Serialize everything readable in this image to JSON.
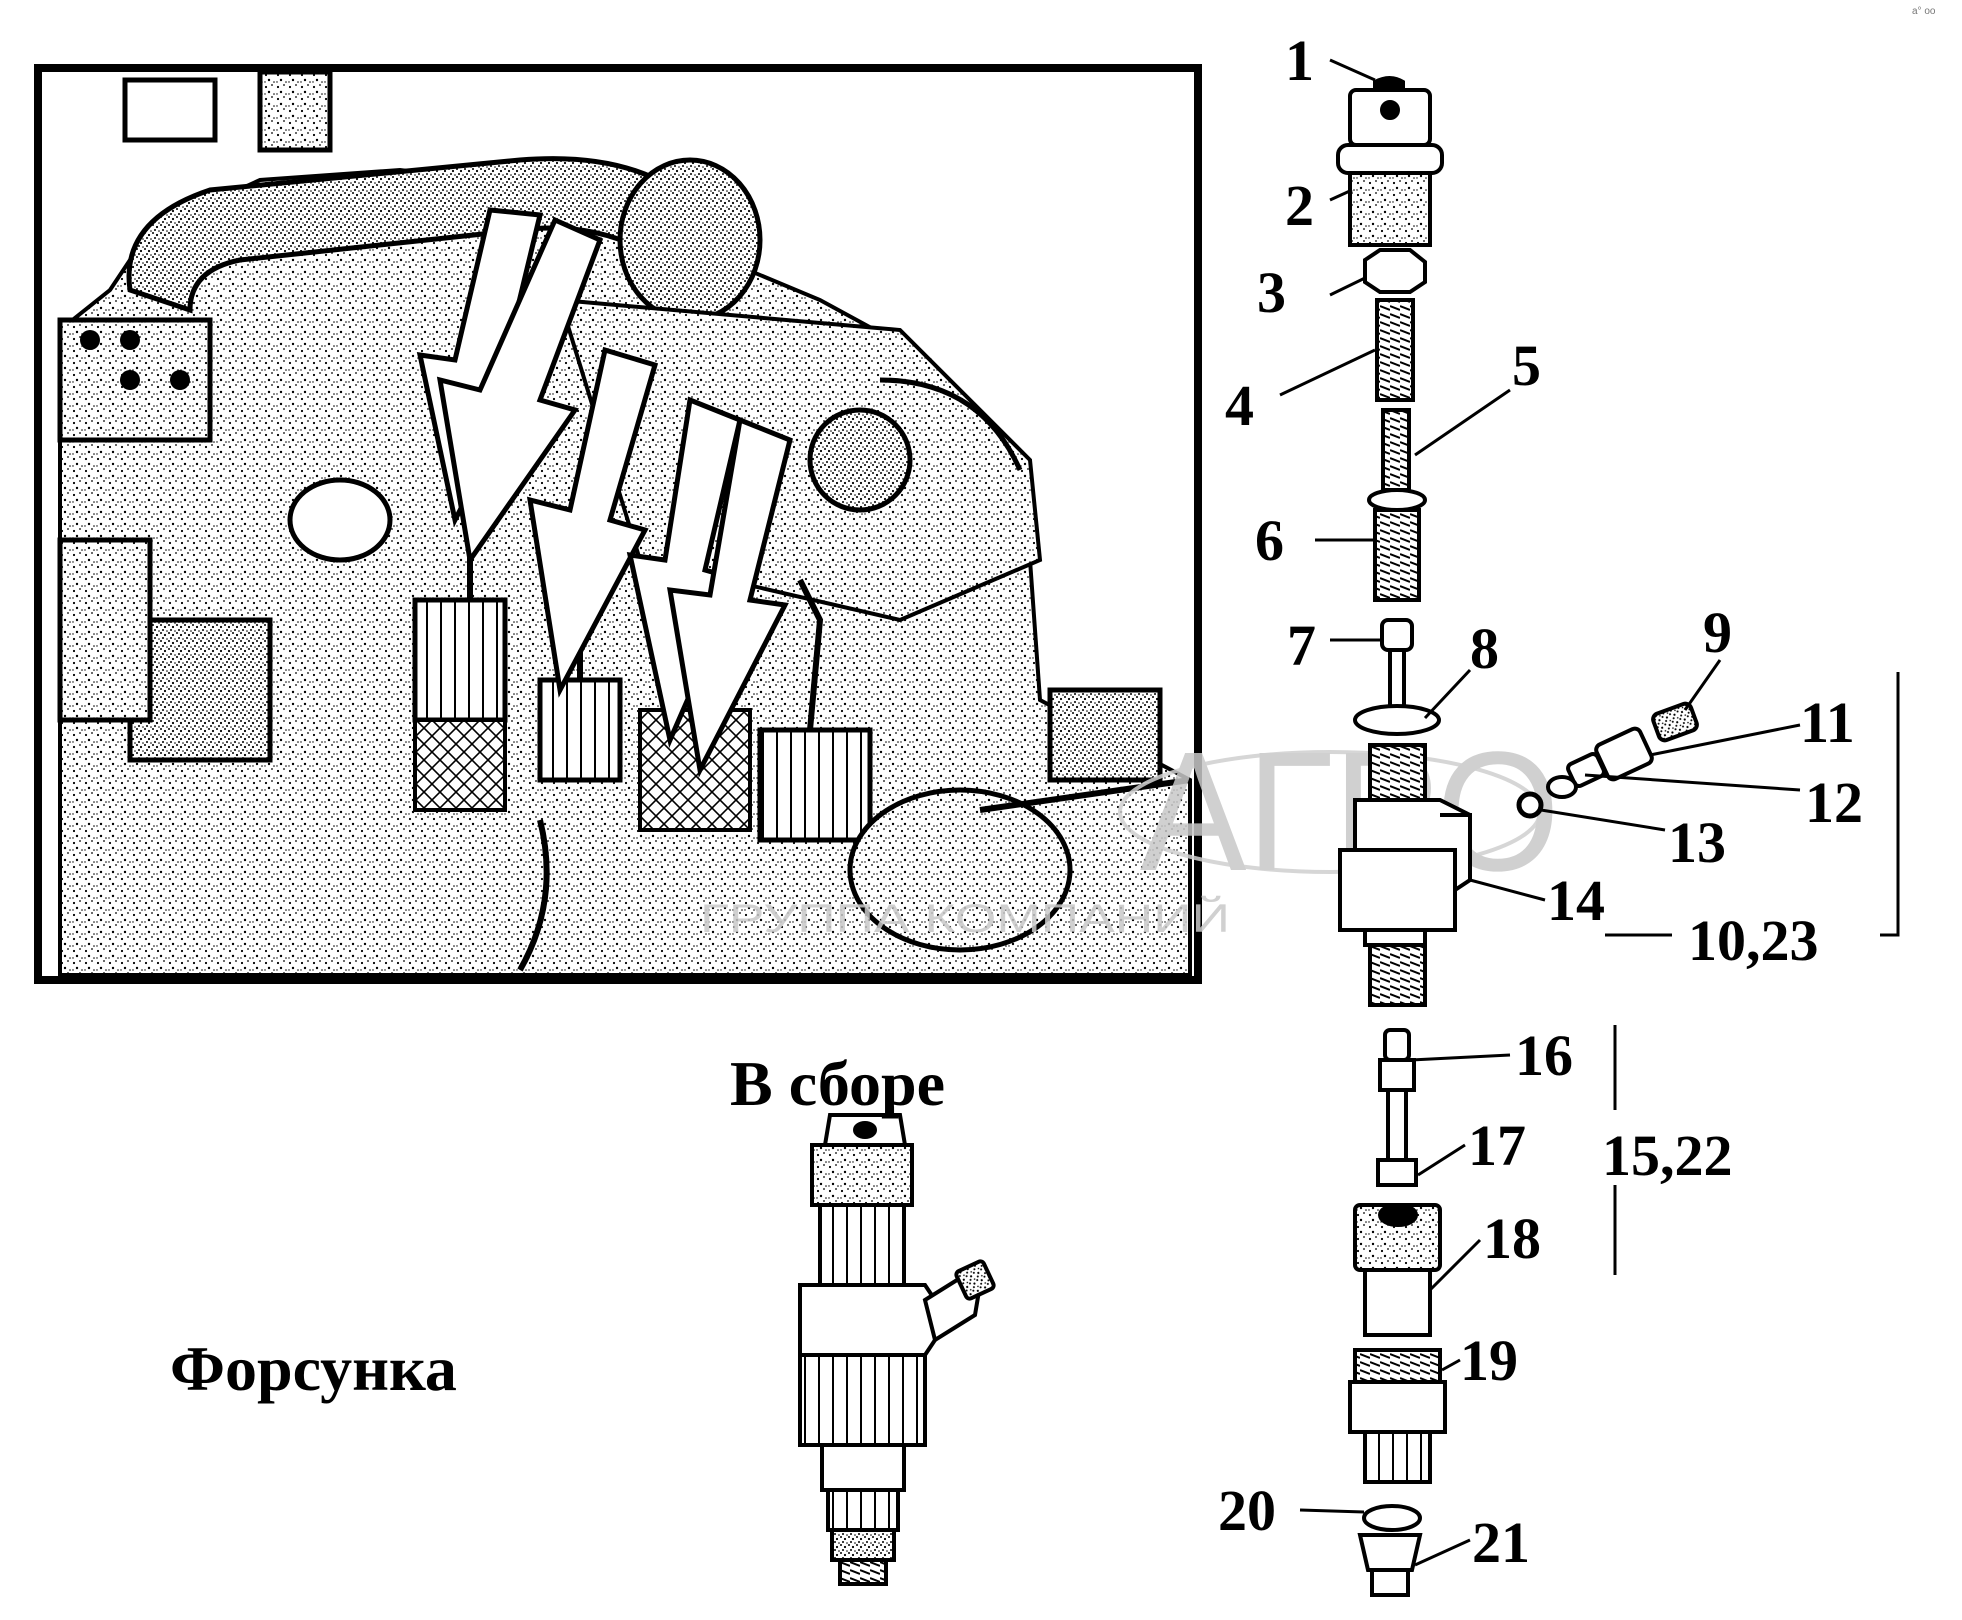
{
  "captions": {
    "assembly": "В сборе",
    "title": "Форсунка"
  },
  "labels": [
    "1",
    "2",
    "3",
    "4",
    "5",
    "6",
    "7",
    "8",
    "9",
    "11",
    "12",
    "13",
    "14",
    "16",
    "17",
    "18",
    "19",
    "20",
    "21"
  ],
  "groups": {
    "g_10_23": "10,23",
    "g_15_22": "15,22"
  },
  "watermark": {
    "brand": "АГРО",
    "sub": "ГРУППА КОМПАНИЙ"
  },
  "corner_mark": "a° oo"
}
